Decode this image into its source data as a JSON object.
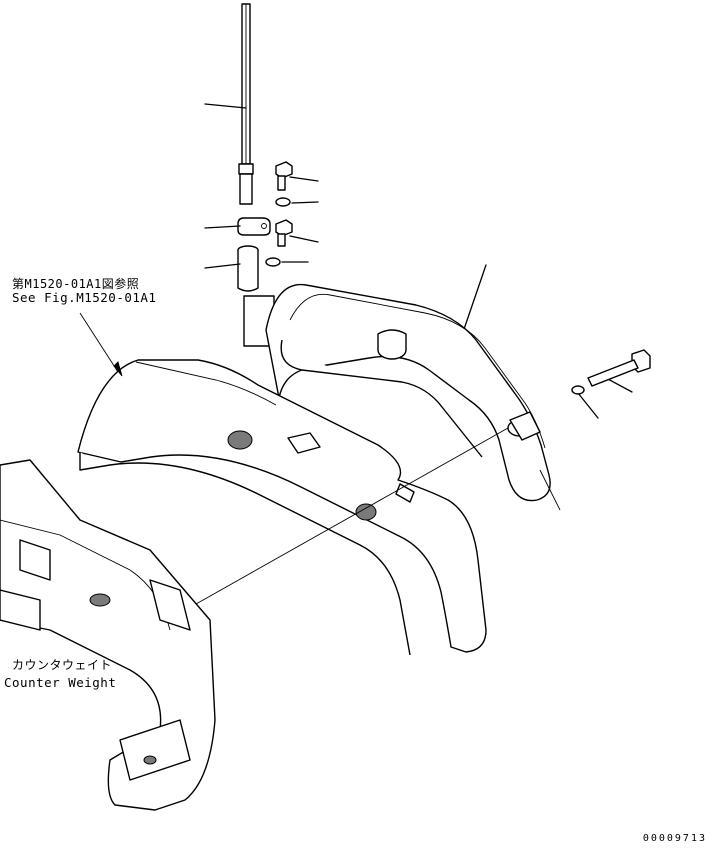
{
  "reference": {
    "jp": "第M1520-01A1図参照",
    "en": "See Fig.M1520-01A1"
  },
  "counterweight": {
    "jp": "カウンタウェイト",
    "en": "Counter Weight"
  },
  "part_number": "00009713"
}
